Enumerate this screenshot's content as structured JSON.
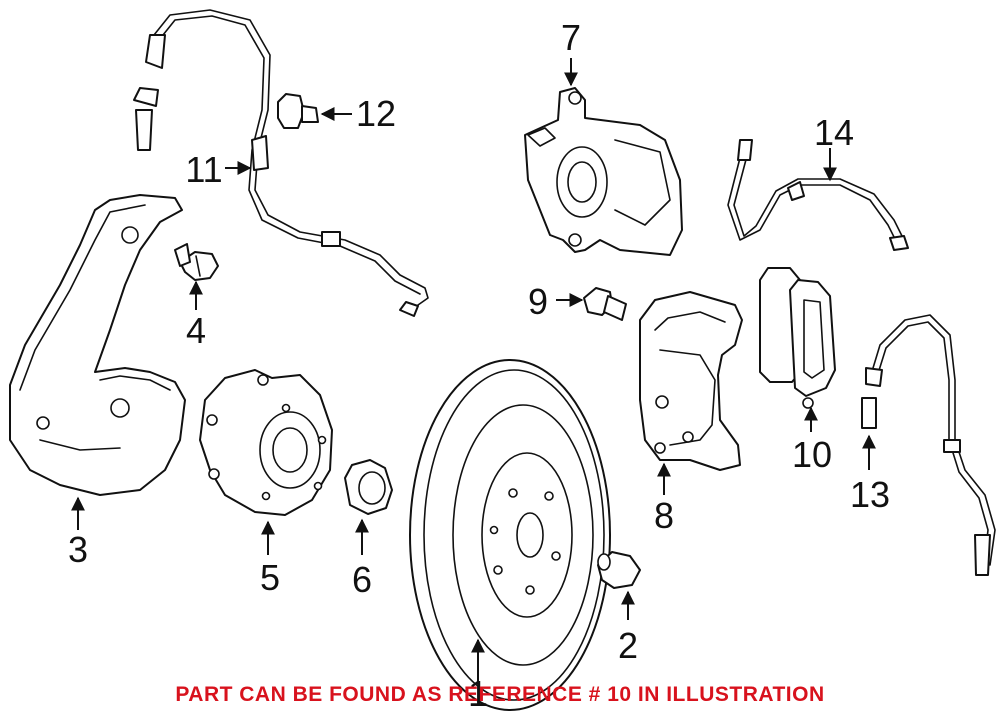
{
  "callouts": {
    "c1": "1",
    "c2": "2",
    "c3": "3",
    "c4": "4",
    "c5": "5",
    "c6": "6",
    "c7": "7",
    "c8": "8",
    "c9": "9",
    "c10": "10",
    "c11": "11",
    "c12": "12",
    "c13": "13",
    "c14": "14"
  },
  "footer_note": "PART CAN BE FOUND AS REFERENCE # 10 IN ILLUSTRATION",
  "colors": {
    "footer_note": "#d8121d",
    "line_art": "#111111"
  }
}
